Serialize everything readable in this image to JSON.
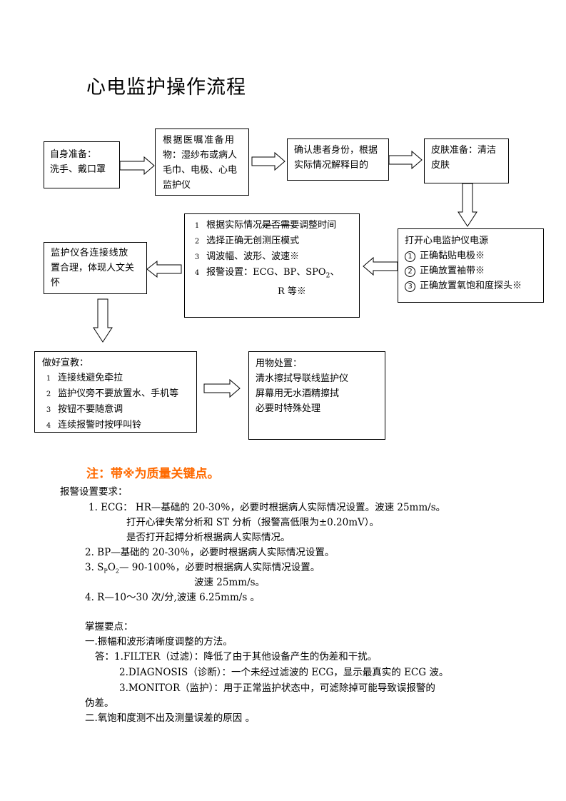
{
  "title": "心电监护操作流程",
  "boxes": {
    "self_prep": {
      "lines": [
        "自身准备：",
        "洗手、戴口罩"
      ]
    },
    "supplies": {
      "lines": [
        "根据医嘱准备用",
        "物：湿纱布或病人",
        "毛巾、电极、心电",
        "监护仪"
      ]
    },
    "identity": {
      "lines": [
        "确认患者身份，根据",
        "实际情况解释目的"
      ]
    },
    "skin": {
      "lines": [
        "皮肤准备：清洁",
        "皮肤"
      ]
    },
    "power": {
      "heading": "打开心电监护仪电源",
      "items": [
        {
          "n": "1",
          "text": "正确黏贴电极※"
        },
        {
          "n": "2",
          "text": "正确放置袖带※"
        },
        {
          "n": "3",
          "text": "正确放置氧饱和度探头※"
        }
      ]
    },
    "adjust": {
      "items": [
        {
          "n": "1",
          "pre": "根据实际情况",
          "struck": "是否需要",
          "post": "调整时间"
        },
        {
          "n": "2",
          "pre": "选择正确无创测压模式",
          "struck": "",
          "post": ""
        },
        {
          "n": "3",
          "pre": "调波幅、波形、波速※",
          "struck": "",
          "post": ""
        },
        {
          "n": "4",
          "pre": "报警设置：ECG、BP、SPO",
          "struck": "",
          "post": ""
        }
      ],
      "spo_sub": "2",
      "spo_tail": "、",
      "cont": "R 等※"
    },
    "wires": {
      "lines": [
        "监护仪各连接线放",
        "置合理，体现人文关",
        "怀"
      ]
    },
    "education": {
      "heading": "做好宣教：",
      "items": [
        {
          "n": "1",
          "text": "连接线避免牵拉"
        },
        {
          "n": "2",
          "text": "监护仪旁不要放置水、手机等"
        },
        {
          "n": "3",
          "text": "按钮不要随意调"
        },
        {
          "n": "4",
          "text": "连续报警时按呼叫铃"
        }
      ]
    },
    "disposal": {
      "lines": [
        "用物处置：",
        "清水擦拭导联线监护仪",
        "屏幕用无水酒精擦拭",
        "必要时特殊处理"
      ]
    }
  },
  "note": "注：带※为质量关键点。",
  "alarm": {
    "heading": "报警设置要求：",
    "l1": "1.  ECG：  HR—基础的 20-30％，必要时根据病人实际情况设置。波速 25mm/s。",
    "l2": "打开心律失常分析和 ST 分析（报警高低限为±0.20mV）。",
    "l3": "是否打开起搏分析根据病人实际情况。",
    "l4": "2.  BP—基础的 20-30％，必要时根据病人实际情况设置。",
    "l5_pre": "3.  S",
    "l5_sub1": "P",
    "l5_mid": "O",
    "l5_sub2": "2",
    "l5_post": "—  90-100％，必要时根据病人实际情况设置。",
    "l6": "波速 25mm/s。",
    "l7": "4.  R—10～30 次/分,波速 6.25mm/s  。"
  },
  "key_points": {
    "heading": "掌握要点：",
    "q1": "一.振幅和波形清晰度调整的方法。",
    "a1": "答：1.FILTER（过滤）：降低了由于其他设备产生的伪差和干扰。",
    "a2": "2.DIAGNOSIS（诊断）：一个未经过滤波的 ECG，显示最真实的 ECG 波。",
    "a3": "3.MONITOR（监护）：用于正常监护状态中，可滤除掉可能导致误报警的",
    "a3b": "伪差。",
    "q2": "二.氧饱和度测不出及测量误差的原因  。"
  }
}
